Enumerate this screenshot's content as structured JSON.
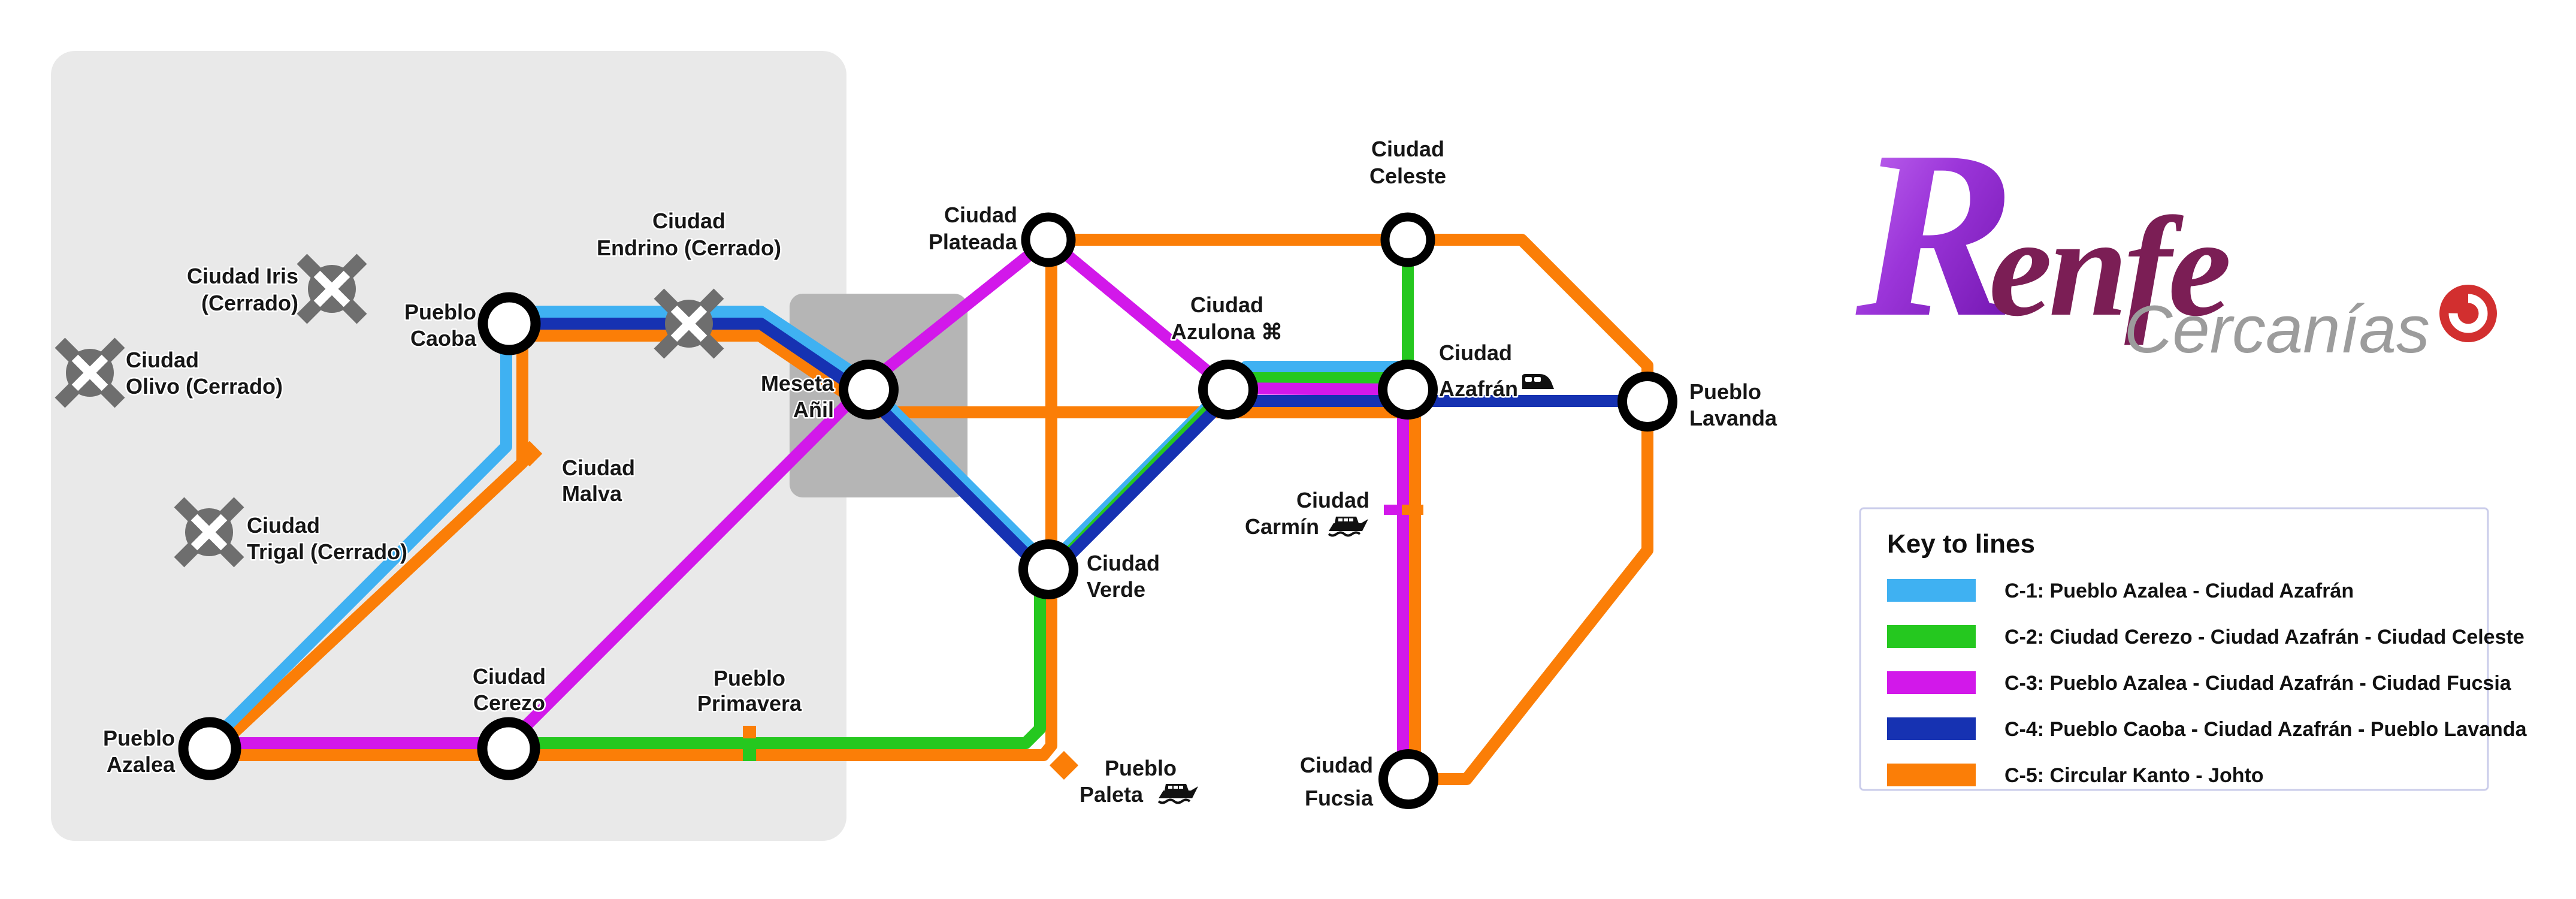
{
  "brand": {
    "wordmark_r": "R",
    "wordmark_rest": "enfe",
    "product": "Cercanías"
  },
  "legend": {
    "title": "Key to lines",
    "entries": [
      {
        "id": "C-1",
        "label": "C-1: Pueblo Azalea - Ciudad Azafrán",
        "color": "#3fb1f2"
      },
      {
        "id": "C-2",
        "label": "C-2: Ciudad Cerezo - Ciudad Azafrán - Ciudad Celeste",
        "color": "#25c81f"
      },
      {
        "id": "C-3",
        "label": "C-3: Pueblo Azalea - Ciudad Azafrán - Ciudad Fucsia",
        "color": "#d218ea"
      },
      {
        "id": "C-4",
        "label": "C-4: Pueblo Caoba - Ciudad Azafrán - Pueblo Lavanda",
        "color": "#1632b2"
      },
      {
        "id": "C-5",
        "label": "C-5: Circular Kanto - Johto",
        "color": "#fb7e07"
      }
    ]
  },
  "colors": {
    "c1": "#3fb1f2",
    "c2": "#25c81f",
    "c3": "#d218ea",
    "c4": "#1632b2",
    "c5": "#fb7e07",
    "closed_gray": "#6e6e6e",
    "johto_region": "#e9e9e9",
    "border_zone": "#b5b5b5",
    "cercanias_red": "#d22f2f"
  },
  "stations": {
    "azalea": {
      "l1": "Pueblo",
      "l2": "Azalea"
    },
    "cerezo": {
      "l1": "Ciudad",
      "l2": "Cerezo"
    },
    "primavera": {
      "l1": "Pueblo",
      "l2": "Primavera"
    },
    "paleta": {
      "l1": "Pueblo",
      "l2": "Paleta",
      "icon": "ferry-icon"
    },
    "verde": {
      "l1": "Ciudad",
      "l2": "Verde"
    },
    "fucsia": {
      "l1": "Ciudad",
      "l2": "Fucsia"
    },
    "carmin": {
      "l1": "Ciudad",
      "l2": "Carmín",
      "icon": "ferry-icon"
    },
    "azulona": {
      "l1": "Ciudad",
      "l2": "Azulona ⌘"
    },
    "azafran": {
      "l1": "Ciudad",
      "l2": "Azafrán",
      "icon": "train-icon"
    },
    "lavanda": {
      "l1": "Pueblo",
      "l2": "Lavanda"
    },
    "celeste": {
      "l1": "Ciudad",
      "l2": "Celeste"
    },
    "plateada": {
      "l1": "Ciudad",
      "l2": "Plateada"
    },
    "meseta": {
      "l1": "Meseta",
      "l2": "Añil"
    },
    "malva": {
      "l1": "Ciudad",
      "l2": "Malva"
    },
    "caoba": {
      "l1": "Pueblo",
      "l2": "Caoba"
    },
    "endrino": {
      "l1": "Ciudad",
      "l2": "Endrino (Cerrado)"
    },
    "iris": {
      "l1": "Ciudad Iris",
      "l2": "(Cerrado)"
    },
    "olivo": {
      "l1": "Ciudad",
      "l2": "Olivo (Cerrado)"
    },
    "trigal": {
      "l1": "Ciudad",
      "l2": "Trigal (Cerrado)"
    }
  }
}
